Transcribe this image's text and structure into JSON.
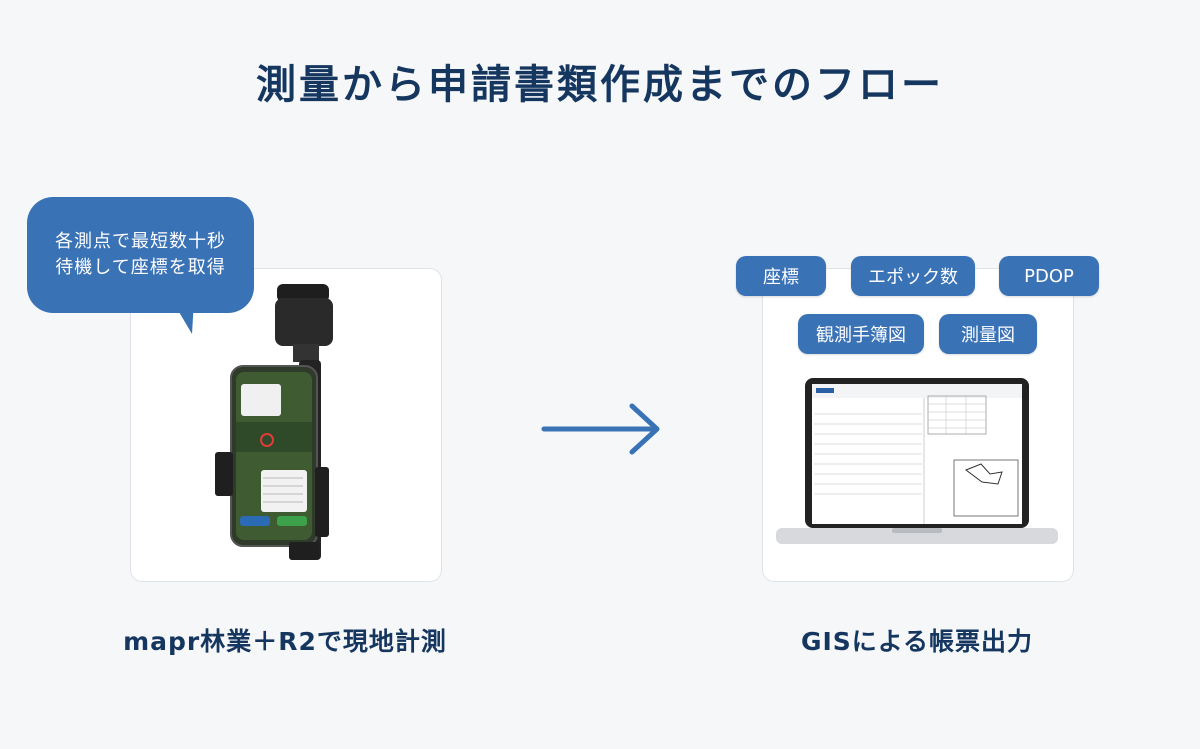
{
  "title": "測量から申請書類作成までのフロー",
  "bubble": {
    "line1": "各測点で最短数十秒",
    "line2": "待機して座標を取得"
  },
  "left_caption": "mapr林業＋R2で現地計測",
  "right_caption": "GISによる帳票出力",
  "tags": {
    "coordinates": "座標",
    "epochs": "エポック数",
    "pdop": "PDOP",
    "field_book": "観測手簿図",
    "survey_map": "測量図"
  },
  "colors": {
    "navy": "#15365f",
    "accent": "#3a72b6",
    "background": "#f6f7f9"
  },
  "icons": {
    "arrow": "arrow-right-icon"
  }
}
